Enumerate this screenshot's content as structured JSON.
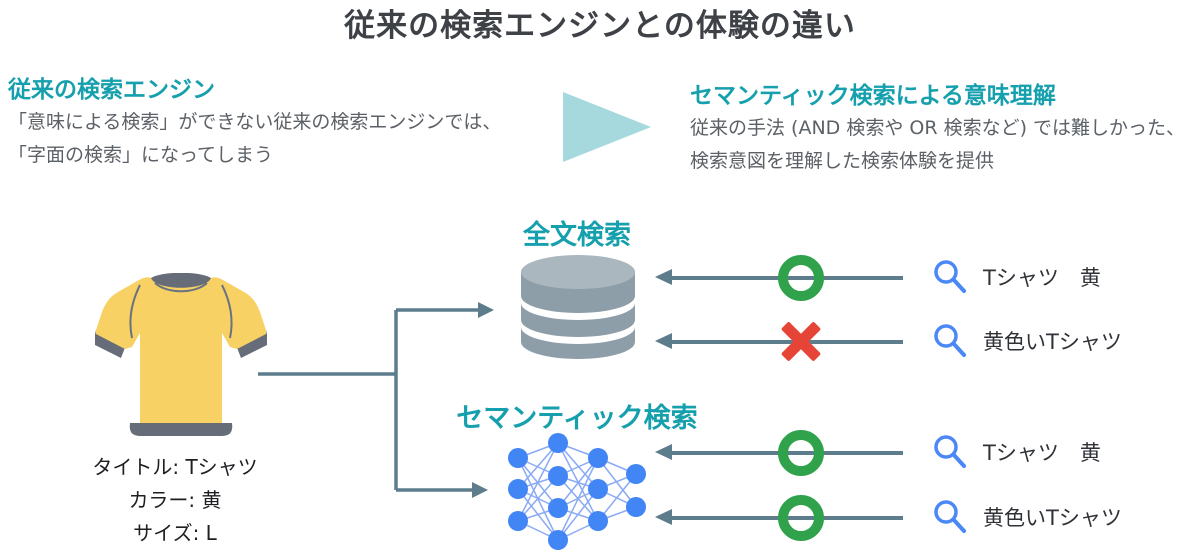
{
  "title": "従来の検索エンジンとの体験の違い",
  "left_panel": {
    "heading": "従来の検索エンジン",
    "body": "「意味による検索」ができない従来の検索エンジンでは、\n「字面の検索」になってしまう"
  },
  "right_panel": {
    "heading": "セマンティック検索による意味理解",
    "body": "従来の手法 (AND 検索や OR 検索など) では難しかった、\n検索意図を理解した検索体験を提供"
  },
  "transition": {
    "icon": "right-triangle-arrow-icon"
  },
  "fulltext_section": {
    "label": "全文検索",
    "icon": "database-icon"
  },
  "semantic_section": {
    "label": "セマンティック検索",
    "icon": "neural-network-icon"
  },
  "product": {
    "icon": "tshirt-icon",
    "labels": "タイトル: Tシャツ\nカラー: 黄\nサイズ: L"
  },
  "queries": [
    {
      "text": "Tシャツ　黄",
      "result": "match",
      "target": "fulltext",
      "icon": "magnifier-icon"
    },
    {
      "text": "黄色いTシャツ",
      "result": "no-match",
      "target": "fulltext",
      "icon": "magnifier-icon"
    },
    {
      "text": "Tシャツ　黄",
      "result": "match",
      "target": "semantic",
      "icon": "magnifier-icon"
    },
    {
      "text": "黄色いTシャツ",
      "result": "match",
      "target": "semantic",
      "icon": "magnifier-icon"
    }
  ],
  "colors": {
    "heading_teal": "#16a0ae",
    "triangle_teal": "#a6d9de",
    "connector_slate": "#5d7d8d",
    "database_gray": "#8d9ea9",
    "network_blue": "#4285f4",
    "match_green": "#31a24c",
    "no_match_red": "#e74438",
    "magnifier_blue": "#4b87f7",
    "shirt_yellow": "#f8d164",
    "shirt_trim_gray": "#666d79"
  }
}
